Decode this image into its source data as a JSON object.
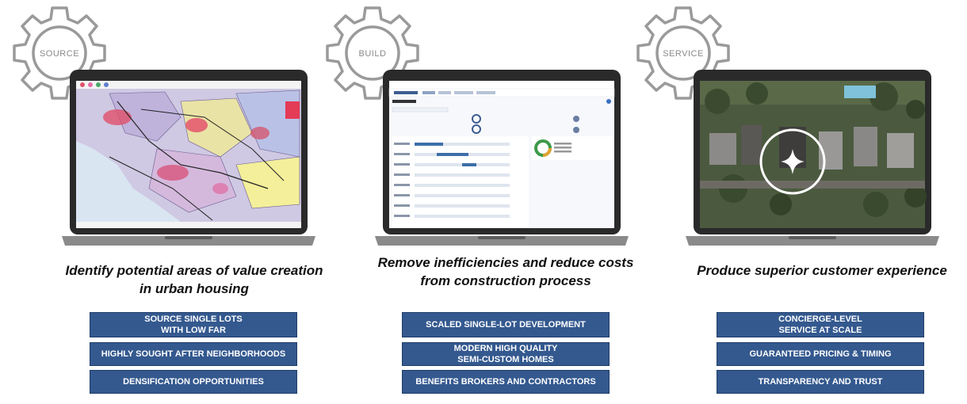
{
  "columns": [
    {
      "gear_label": "SOURCE",
      "headline": "Identify potential areas of value creation in urban housing",
      "boxes": [
        "SOURCE SINGLE LOTS\nWITH LOW FAR",
        "HIGHLY SOUGHT AFTER NEIGHBORHOODS",
        "DENSIFICATION OPPORTUNITIES"
      ],
      "screen": "map"
    },
    {
      "gear_label": "BUILD",
      "headline": "Remove inefficiencies and reduce costs from construction process",
      "boxes": [
        "SCALED SINGLE-LOT DEVELOPMENT",
        "MODERN HIGH QUALITY\nSEMI-CUSTOM HOMES",
        "BENEFITS BROKERS AND CONTRACTORS"
      ],
      "screen": "dashboard"
    },
    {
      "gear_label": "SERVICE",
      "headline": "Produce superior customer experience",
      "boxes": [
        "CONCIERGE-LEVEL\nSERVICE AT SCALE",
        "GUARANTEED PRICING & TIMING",
        "TRANSPARENCY AND TRUST"
      ],
      "screen": "aerial"
    }
  ],
  "colors": {
    "box_fill": "#34598f",
    "gear_stroke": "#9a9a9a",
    "laptop_body": "#2a2a2a"
  },
  "icons": {
    "gear": "gear-icon",
    "sparkle": "sparkle-icon"
  }
}
